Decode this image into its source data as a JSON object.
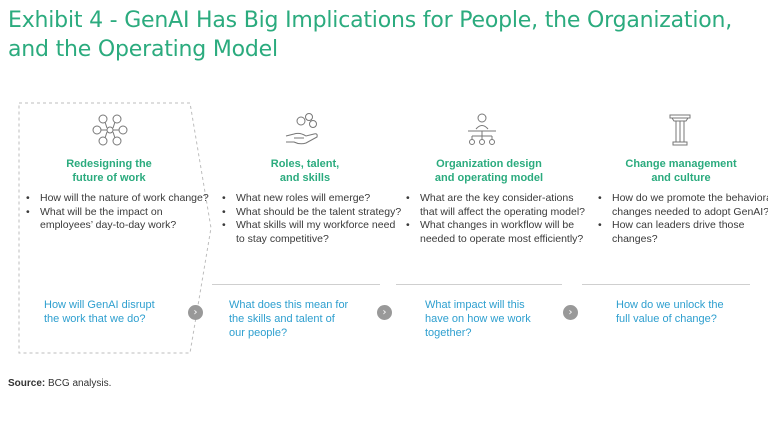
{
  "title": "Exhibit 4 - GenAI Has Big Implications for People, the Organization, and the Operating Model",
  "columns": [
    {
      "icon": "network-people-icon",
      "heading": [
        "Redesigning the",
        "future of work"
      ],
      "bullets": [
        "How will the nature of work change?",
        "What will be the impact on employees’ day-to-day work?"
      ],
      "question": [
        "How will GenAI disrupt",
        "the work that we do?"
      ]
    },
    {
      "icon": "hand-with-people-icon",
      "heading": [
        "Roles, talent,",
        "and skills"
      ],
      "bullets": [
        "What new roles will emerge?",
        "What should be the talent strategy?",
        "What skills will my workforce need to stay competitive?"
      ],
      "question": [
        "What does this mean for",
        "the skills and talent of",
        "our people?"
      ]
    },
    {
      "icon": "org-chart-icon",
      "heading": [
        "Organization design",
        "and operating model"
      ],
      "bullets": [
        "What are the key consider-ations that will affect the operating model?",
        "What changes in workflow will be needed to operate most efficiently?"
      ],
      "question": [
        "What impact will this",
        "have on how we work",
        "together?"
      ]
    },
    {
      "icon": "pillar-icon",
      "heading": [
        "Change management",
        "and culture"
      ],
      "bullets": [
        "How do we promote the behavioral changes needed to adopt GenAI?",
        "How can leaders drive those changes?"
      ],
      "question": [
        "How do we unlock the",
        "full value of change?"
      ]
    }
  ],
  "arrow_glyph": "›",
  "source": {
    "label": "Source:",
    "text": " BCG analysis."
  },
  "colors": {
    "accent_green": "#2bab7e",
    "question_blue": "#2e9fcf",
    "arrow_gray": "#999999"
  }
}
